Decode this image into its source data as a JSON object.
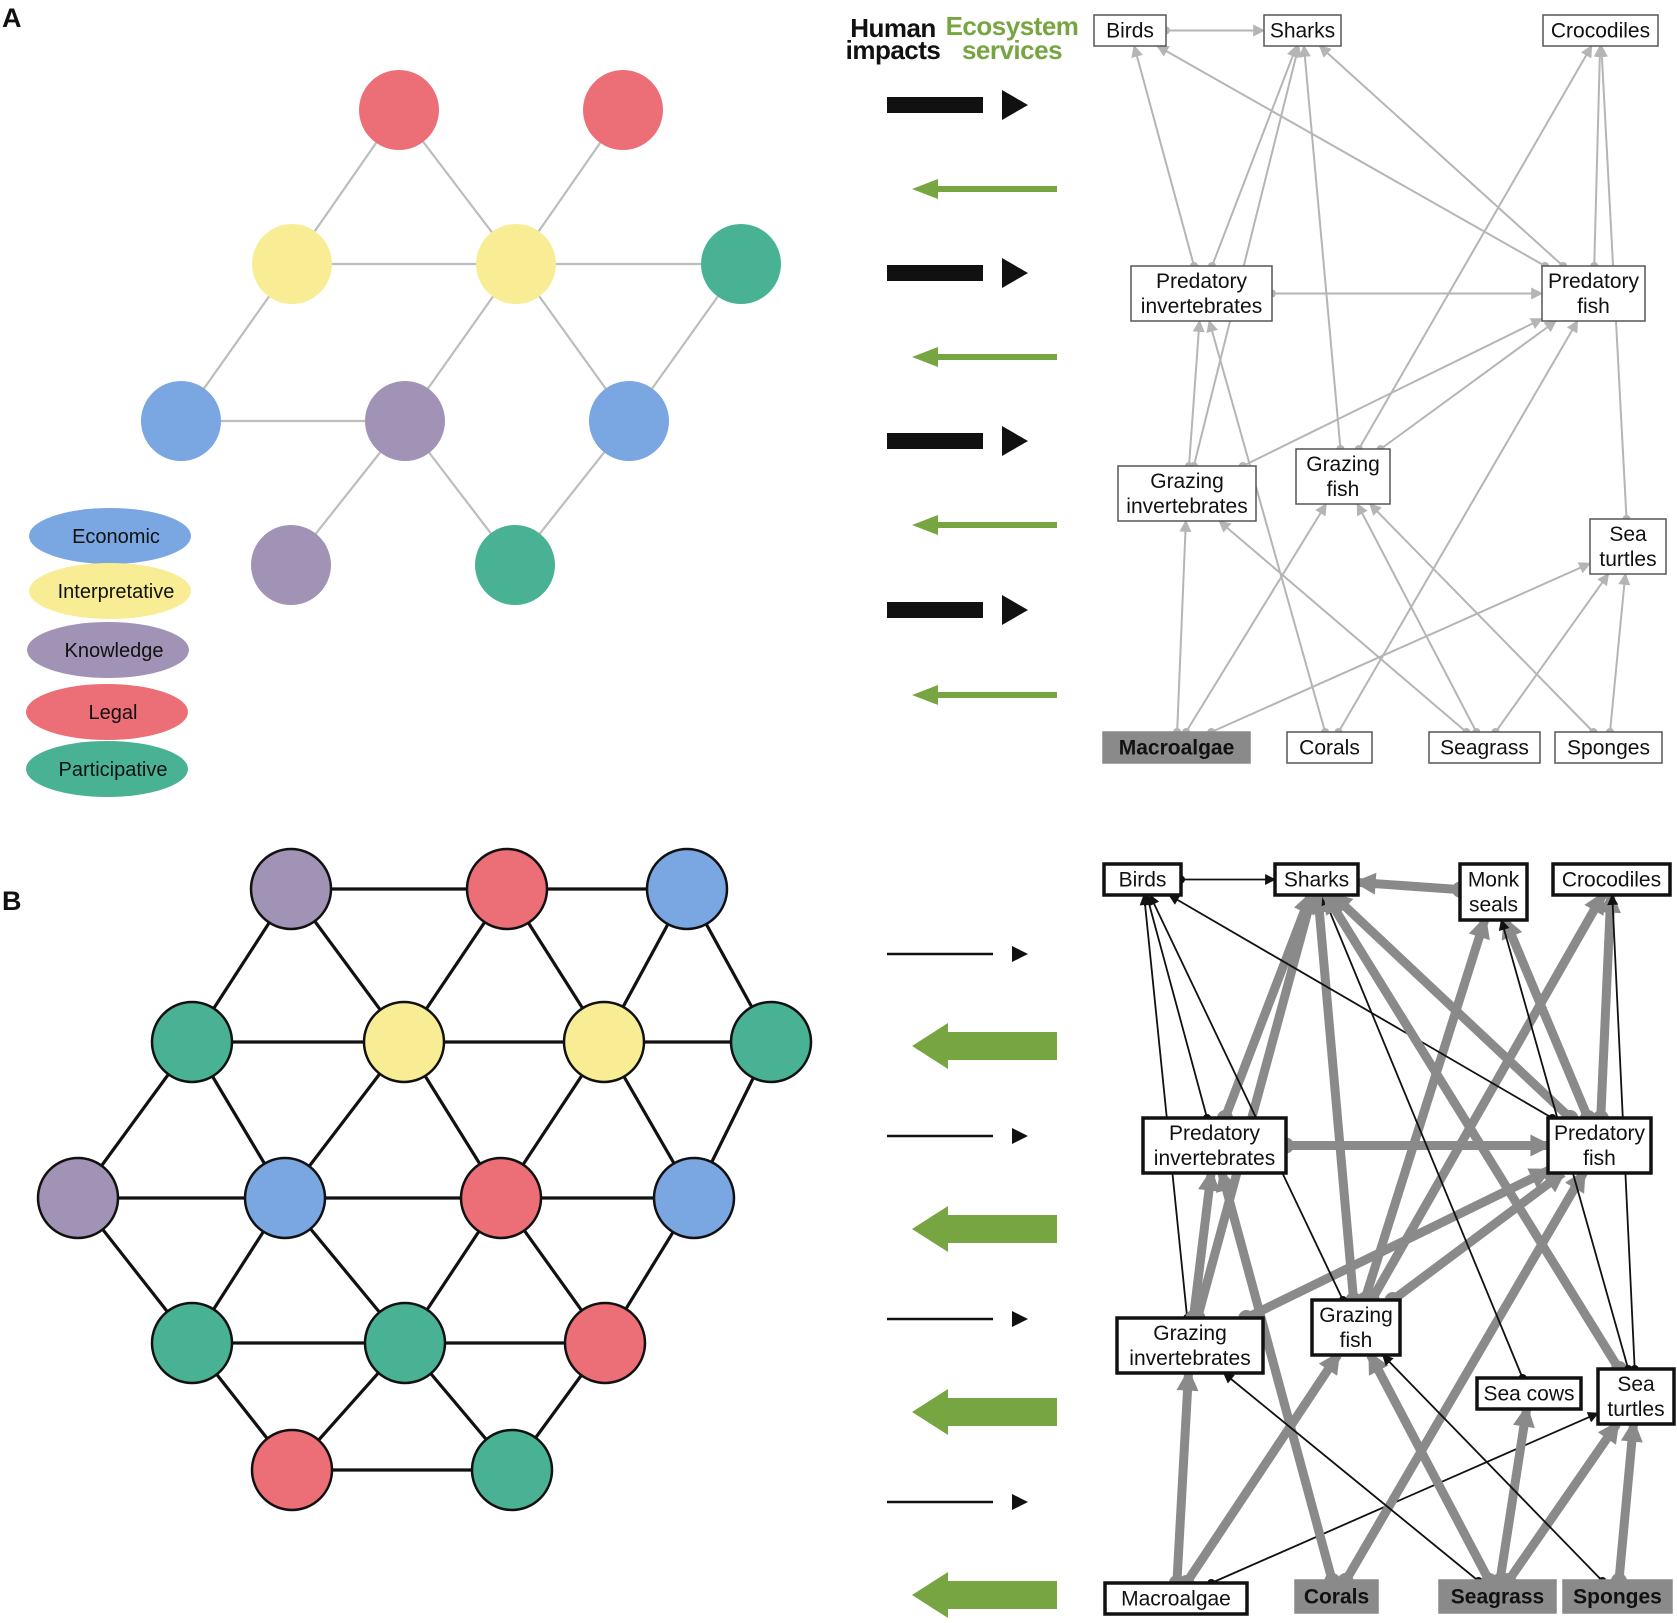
{
  "panel_labels": {
    "a": "A",
    "b": "B"
  },
  "headers": {
    "human": [
      "Human",
      "impacts"
    ],
    "eco": [
      "Ecosystem",
      "services"
    ]
  },
  "colors": {
    "economic": "#7aa6e1",
    "interpretative": "#f8ed94",
    "knowledge": "#a193b6",
    "legal": "#ec6f77",
    "participative": "#4ab294",
    "human_arrow": "#111111",
    "eco_arrow": "#77a541",
    "food_web_a": "#b5b5b5",
    "food_web_b": "#8a8a8a",
    "highlight_box": "#8a8a8a"
  },
  "legend": [
    {
      "key": "economic",
      "label": "Economic"
    },
    {
      "key": "interpretative",
      "label": "Interpretative"
    },
    {
      "key": "knowledge",
      "label": "Knowledge"
    },
    {
      "key": "legal",
      "label": "Legal"
    },
    {
      "key": "participative",
      "label": "Participative"
    }
  ],
  "networks": {
    "a": {
      "nodes": [
        {
          "id": "a1",
          "type": "legal"
        },
        {
          "id": "a2",
          "type": "legal"
        },
        {
          "id": "a3",
          "type": "interpretative"
        },
        {
          "id": "a4",
          "type": "interpretative"
        },
        {
          "id": "a5",
          "type": "participative"
        },
        {
          "id": "a6",
          "type": "economic"
        },
        {
          "id": "a7",
          "type": "knowledge"
        },
        {
          "id": "a8",
          "type": "economic"
        },
        {
          "id": "a9",
          "type": "knowledge"
        },
        {
          "id": "a10",
          "type": "participative"
        }
      ],
      "edges": [
        [
          "a1",
          "a3"
        ],
        [
          "a1",
          "a4"
        ],
        [
          "a2",
          "a4"
        ],
        [
          "a3",
          "a4"
        ],
        [
          "a4",
          "a5"
        ],
        [
          "a3",
          "a6"
        ],
        [
          "a4",
          "a7"
        ],
        [
          "a4",
          "a8"
        ],
        [
          "a5",
          "a8"
        ],
        [
          "a6",
          "a7"
        ],
        [
          "a7",
          "a9"
        ],
        [
          "a7",
          "a10"
        ],
        [
          "a8",
          "a10"
        ]
      ]
    },
    "b": {
      "nodes": [
        {
          "id": "b1",
          "type": "knowledge"
        },
        {
          "id": "b2",
          "type": "legal"
        },
        {
          "id": "b3",
          "type": "economic"
        },
        {
          "id": "b4",
          "type": "participative"
        },
        {
          "id": "b5",
          "type": "interpretative"
        },
        {
          "id": "b6",
          "type": "interpretative"
        },
        {
          "id": "b7",
          "type": "participative"
        },
        {
          "id": "b8",
          "type": "knowledge"
        },
        {
          "id": "b9",
          "type": "economic"
        },
        {
          "id": "b10",
          "type": "legal"
        },
        {
          "id": "b11",
          "type": "economic"
        },
        {
          "id": "b12",
          "type": "participative"
        },
        {
          "id": "b13",
          "type": "participative"
        },
        {
          "id": "b14",
          "type": "legal"
        },
        {
          "id": "b15",
          "type": "legal"
        },
        {
          "id": "b16",
          "type": "participative"
        }
      ],
      "edges": [
        [
          "b1",
          "b2"
        ],
        [
          "b2",
          "b3"
        ],
        [
          "b1",
          "b4"
        ],
        [
          "b1",
          "b5"
        ],
        [
          "b2",
          "b5"
        ],
        [
          "b2",
          "b6"
        ],
        [
          "b3",
          "b6"
        ],
        [
          "b3",
          "b7"
        ],
        [
          "b4",
          "b5"
        ],
        [
          "b5",
          "b6"
        ],
        [
          "b6",
          "b7"
        ],
        [
          "b4",
          "b8"
        ],
        [
          "b4",
          "b9"
        ],
        [
          "b5",
          "b9"
        ],
        [
          "b5",
          "b10"
        ],
        [
          "b6",
          "b10"
        ],
        [
          "b6",
          "b11"
        ],
        [
          "b7",
          "b11"
        ],
        [
          "b8",
          "b9"
        ],
        [
          "b9",
          "b10"
        ],
        [
          "b10",
          "b11"
        ],
        [
          "b8",
          "b12"
        ],
        [
          "b9",
          "b12"
        ],
        [
          "b9",
          "b13"
        ],
        [
          "b10",
          "b13"
        ],
        [
          "b10",
          "b14"
        ],
        [
          "b11",
          "b14"
        ],
        [
          "b12",
          "b13"
        ],
        [
          "b13",
          "b14"
        ],
        [
          "b12",
          "b15"
        ],
        [
          "b13",
          "b15"
        ],
        [
          "b13",
          "b16"
        ],
        [
          "b14",
          "b16"
        ],
        [
          "b15",
          "b16"
        ]
      ]
    }
  },
  "flow_arrows": {
    "a": [
      "human",
      "eco",
      "human",
      "eco",
      "human",
      "eco",
      "human",
      "eco"
    ],
    "b": [
      "human",
      "eco",
      "human",
      "eco",
      "human",
      "eco",
      "human",
      "eco"
    ]
  },
  "food_webs": {
    "a": {
      "species": [
        {
          "id": "birds",
          "lines": [
            "Birds"
          ]
        },
        {
          "id": "sharks",
          "lines": [
            "Sharks"
          ]
        },
        {
          "id": "crocodiles",
          "lines": [
            "Crocodiles"
          ]
        },
        {
          "id": "pred_inv",
          "lines": [
            "Predatory",
            "invertebrates"
          ]
        },
        {
          "id": "pred_fish",
          "lines": [
            "Predatory",
            "fish"
          ]
        },
        {
          "id": "graz_inv",
          "lines": [
            "Grazing",
            "invertebrates"
          ]
        },
        {
          "id": "graz_fish",
          "lines": [
            "Grazing",
            "fish"
          ]
        },
        {
          "id": "sea_turtles",
          "lines": [
            "Sea",
            "turtles"
          ]
        },
        {
          "id": "macroalgae",
          "lines": [
            "Macroalgae"
          ],
          "highlight": true
        },
        {
          "id": "corals",
          "lines": [
            "Corals"
          ]
        },
        {
          "id": "seagrass",
          "lines": [
            "Seagrass"
          ]
        },
        {
          "id": "sponges",
          "lines": [
            "Sponges"
          ]
        }
      ],
      "links": [
        [
          "birds",
          "sharks"
        ],
        [
          "pred_inv",
          "birds"
        ],
        [
          "pred_inv",
          "sharks"
        ],
        [
          "graz_inv",
          "sharks"
        ],
        [
          "graz_inv",
          "pred_inv"
        ],
        [
          "graz_inv",
          "pred_fish"
        ],
        [
          "graz_fish",
          "sharks"
        ],
        [
          "graz_fish",
          "pred_fish"
        ],
        [
          "graz_fish",
          "crocodiles"
        ],
        [
          "pred_fish",
          "birds"
        ],
        [
          "pred_fish",
          "sharks"
        ],
        [
          "pred_fish",
          "crocodiles"
        ],
        [
          "pred_inv",
          "pred_fish"
        ],
        [
          "macroalgae",
          "graz_inv"
        ],
        [
          "macroalgae",
          "graz_fish"
        ],
        [
          "macroalgae",
          "sea_turtles"
        ],
        [
          "corals",
          "pred_inv"
        ],
        [
          "corals",
          "pred_fish"
        ],
        [
          "seagrass",
          "graz_inv"
        ],
        [
          "seagrass",
          "graz_fish"
        ],
        [
          "seagrass",
          "sea_turtles"
        ],
        [
          "sponges",
          "graz_fish"
        ],
        [
          "sponges",
          "sea_turtles"
        ],
        [
          "sea_turtles",
          "crocodiles"
        ]
      ]
    },
    "b": {
      "species": [
        {
          "id": "birds",
          "lines": [
            "Birds"
          ]
        },
        {
          "id": "sharks",
          "lines": [
            "Sharks"
          ]
        },
        {
          "id": "monk_seals",
          "lines": [
            "Monk",
            "seals"
          ]
        },
        {
          "id": "crocodiles",
          "lines": [
            "Crocodiles"
          ]
        },
        {
          "id": "pred_inv",
          "lines": [
            "Predatory",
            "invertebrates"
          ]
        },
        {
          "id": "pred_fish",
          "lines": [
            "Predatory",
            "fish"
          ]
        },
        {
          "id": "graz_inv",
          "lines": [
            "Grazing",
            "invertebrates"
          ]
        },
        {
          "id": "graz_fish",
          "lines": [
            "Grazing",
            "fish"
          ]
        },
        {
          "id": "sea_cows",
          "lines": [
            "Sea cows"
          ]
        },
        {
          "id": "sea_turtles",
          "lines": [
            "Sea",
            "turtles"
          ]
        },
        {
          "id": "macroalgae",
          "lines": [
            "Macroalgae"
          ]
        },
        {
          "id": "corals",
          "lines": [
            "Corals"
          ],
          "highlight": true
        },
        {
          "id": "seagrass",
          "lines": [
            "Seagrass"
          ],
          "highlight": true
        },
        {
          "id": "sponges",
          "lines": [
            "Sponges"
          ],
          "highlight": true
        }
      ],
      "links": [
        [
          "birds",
          "sharks",
          1
        ],
        [
          "monk_seals",
          "sharks",
          3
        ],
        [
          "pred_inv",
          "birds",
          1
        ],
        [
          "pred_inv",
          "sharks",
          3
        ],
        [
          "graz_inv",
          "birds",
          1
        ],
        [
          "graz_inv",
          "sharks",
          3
        ],
        [
          "graz_inv",
          "pred_inv",
          3
        ],
        [
          "graz_inv",
          "pred_fish",
          3
        ],
        [
          "graz_fish",
          "sharks",
          3
        ],
        [
          "graz_fish",
          "birds",
          1
        ],
        [
          "graz_fish",
          "monk_seals",
          3
        ],
        [
          "graz_fish",
          "pred_fish",
          3
        ],
        [
          "graz_fish",
          "crocodiles",
          3
        ],
        [
          "pred_fish",
          "birds",
          1
        ],
        [
          "pred_fish",
          "sharks",
          3
        ],
        [
          "pred_fish",
          "crocodiles",
          3
        ],
        [
          "pred_fish",
          "monk_seals",
          3
        ],
        [
          "pred_inv",
          "pred_fish",
          3
        ],
        [
          "macroalgae",
          "graz_inv",
          3
        ],
        [
          "macroalgae",
          "graz_fish",
          3
        ],
        [
          "macroalgae",
          "sea_turtles",
          1
        ],
        [
          "corals",
          "pred_inv",
          3
        ],
        [
          "corals",
          "pred_fish",
          3
        ],
        [
          "seagrass",
          "graz_inv",
          1
        ],
        [
          "seagrass",
          "graz_fish",
          3
        ],
        [
          "seagrass",
          "sea_cows",
          3
        ],
        [
          "seagrass",
          "sea_turtles",
          3
        ],
        [
          "sponges",
          "graz_fish",
          1
        ],
        [
          "sponges",
          "sea_turtles",
          3
        ],
        [
          "sea_cows",
          "sharks",
          1
        ],
        [
          "sea_turtles",
          "sharks",
          3
        ],
        [
          "sea_turtles",
          "crocodiles",
          1
        ],
        [
          "sea_turtles",
          "monk_seals",
          1
        ]
      ]
    }
  }
}
